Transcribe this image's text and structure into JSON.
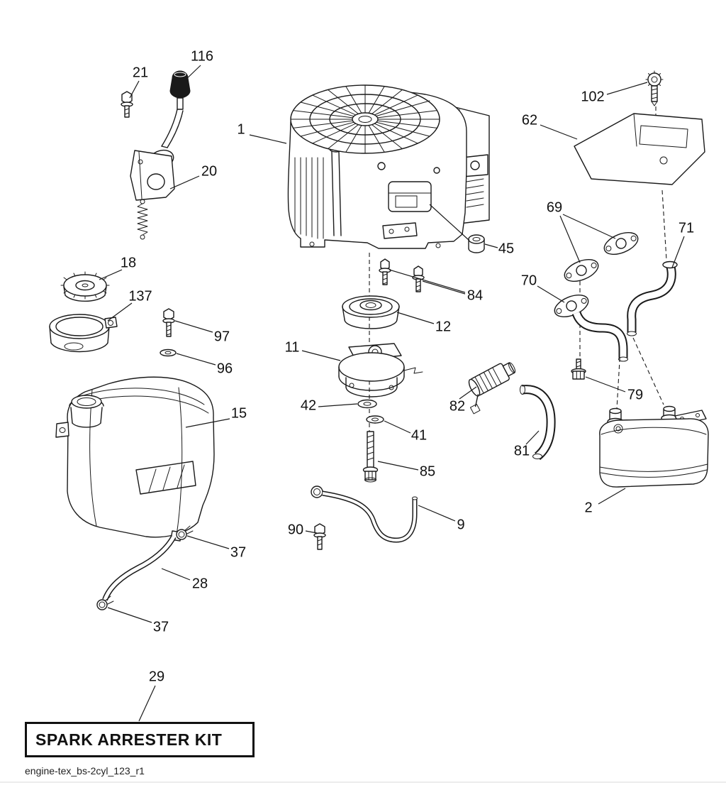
{
  "diagram": {
    "spark_arrester_box": "SPARK ARRESTER KIT",
    "footer_code": "engine-tex_bs-2cyl_123_r1"
  },
  "labels": {
    "l116": "116",
    "l21": "21",
    "l20": "20",
    "l18": "18",
    "l137": "137",
    "l97": "97",
    "l96": "96",
    "l15": "15",
    "l1": "1",
    "l45": "45",
    "l84": "84",
    "l12": "12",
    "l11": "11",
    "l42": "42",
    "l41": "41",
    "l85": "85",
    "l9": "9",
    "l90": "90",
    "l82": "82",
    "l81": "81",
    "l2": "2",
    "l62": "62",
    "l102": "102",
    "l69": "69",
    "l71": "71",
    "l70": "70",
    "l79": "79",
    "l37a": "37",
    "l28": "28",
    "l37b": "37",
    "l29": "29"
  },
  "colors": {
    "line": "#1a1a1a",
    "background": "#ffffff"
  }
}
